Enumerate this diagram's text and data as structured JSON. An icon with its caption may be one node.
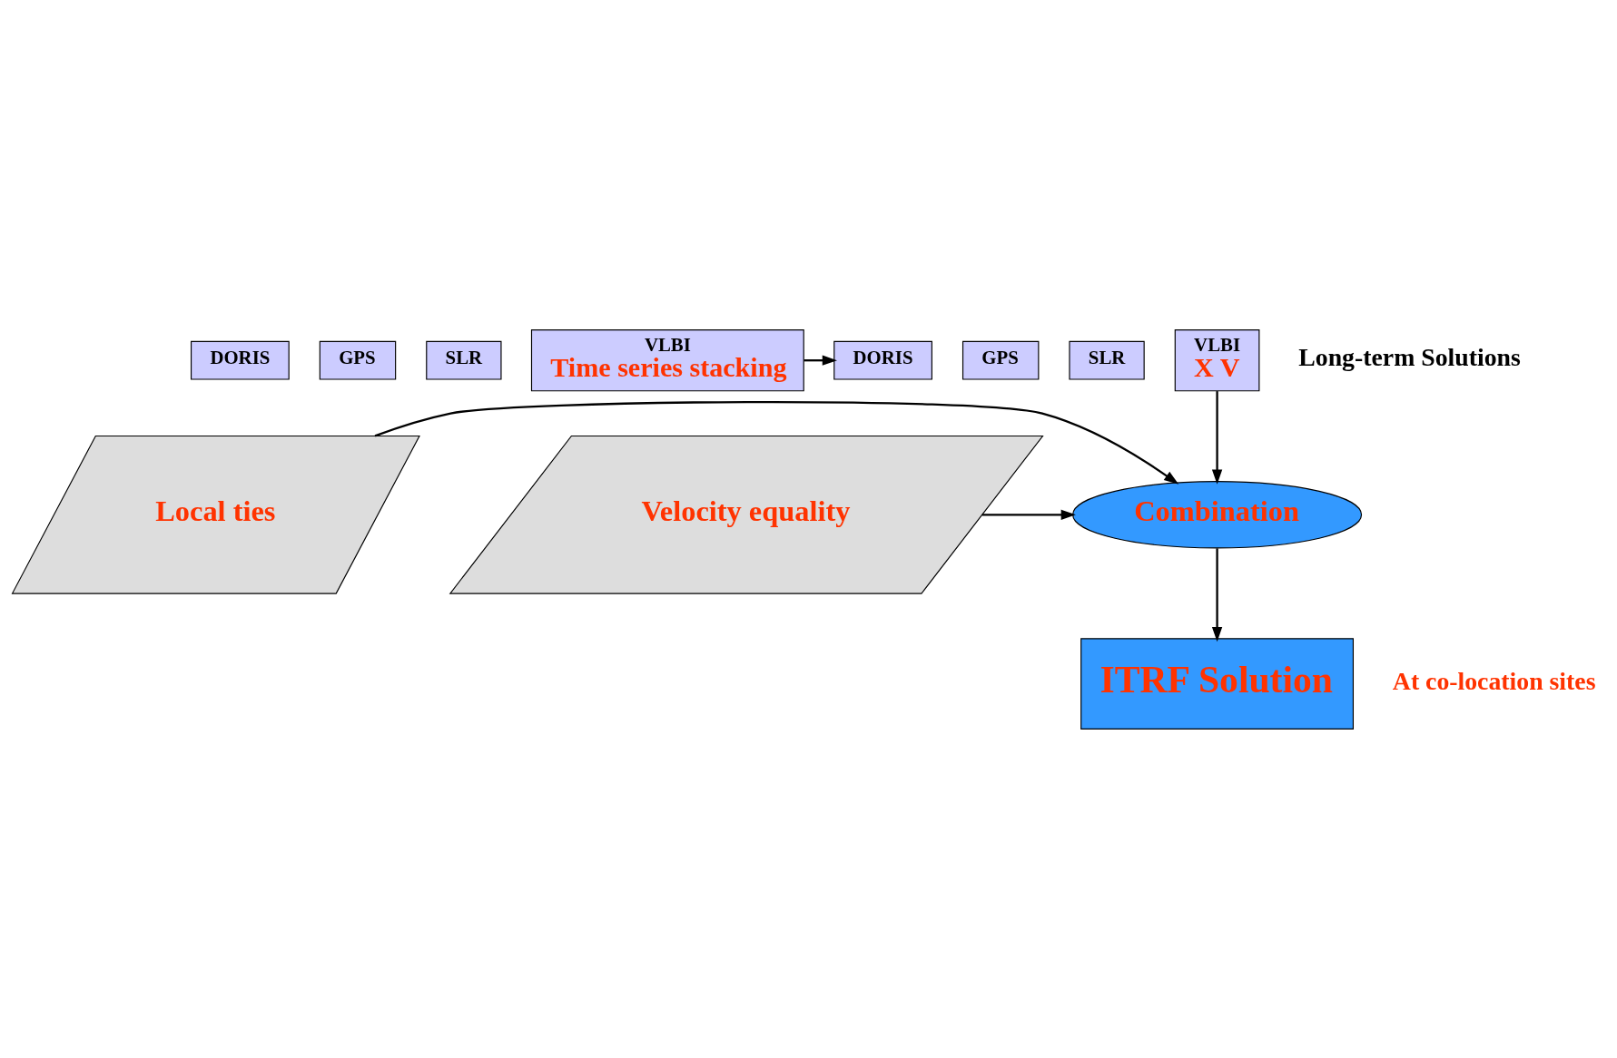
{
  "diagram": {
    "nodes": [
      {
        "text": [
          "DORIS"
        ]
      },
      {
        "text": [
          "GPS"
        ]
      },
      {
        "text": [
          "SLR"
        ]
      },
      {
        "text": [
          "VLBI",
          "Time series stacking"
        ]
      },
      {
        "text": [
          "DORIS"
        ]
      },
      {
        "text": [
          "GPS"
        ]
      },
      {
        "text": [
          "SLR"
        ]
      },
      {
        "text": [
          "VLBI",
          "X V"
        ]
      },
      {
        "text": [
          "Local ties"
        ]
      },
      {
        "text": [
          "Velocity equality"
        ]
      },
      {
        "text": [
          "Combination"
        ]
      },
      {
        "text": [
          "ITRF Solution"
        ]
      }
    ],
    "edges": [
      {
        "from": 3,
        "to": 4,
        "arrow": "to"
      },
      {
        "from": 7,
        "to": 10,
        "arrow": "to"
      },
      {
        "from": 8,
        "to": 10,
        "arrow": "to"
      },
      {
        "from": 9,
        "to": 10,
        "arrow": "to"
      },
      {
        "from": 10,
        "to": 11,
        "arrow": "to"
      }
    ],
    "labels": [
      "Long-term Solutions",
      "At co-location sites"
    ]
  }
}
